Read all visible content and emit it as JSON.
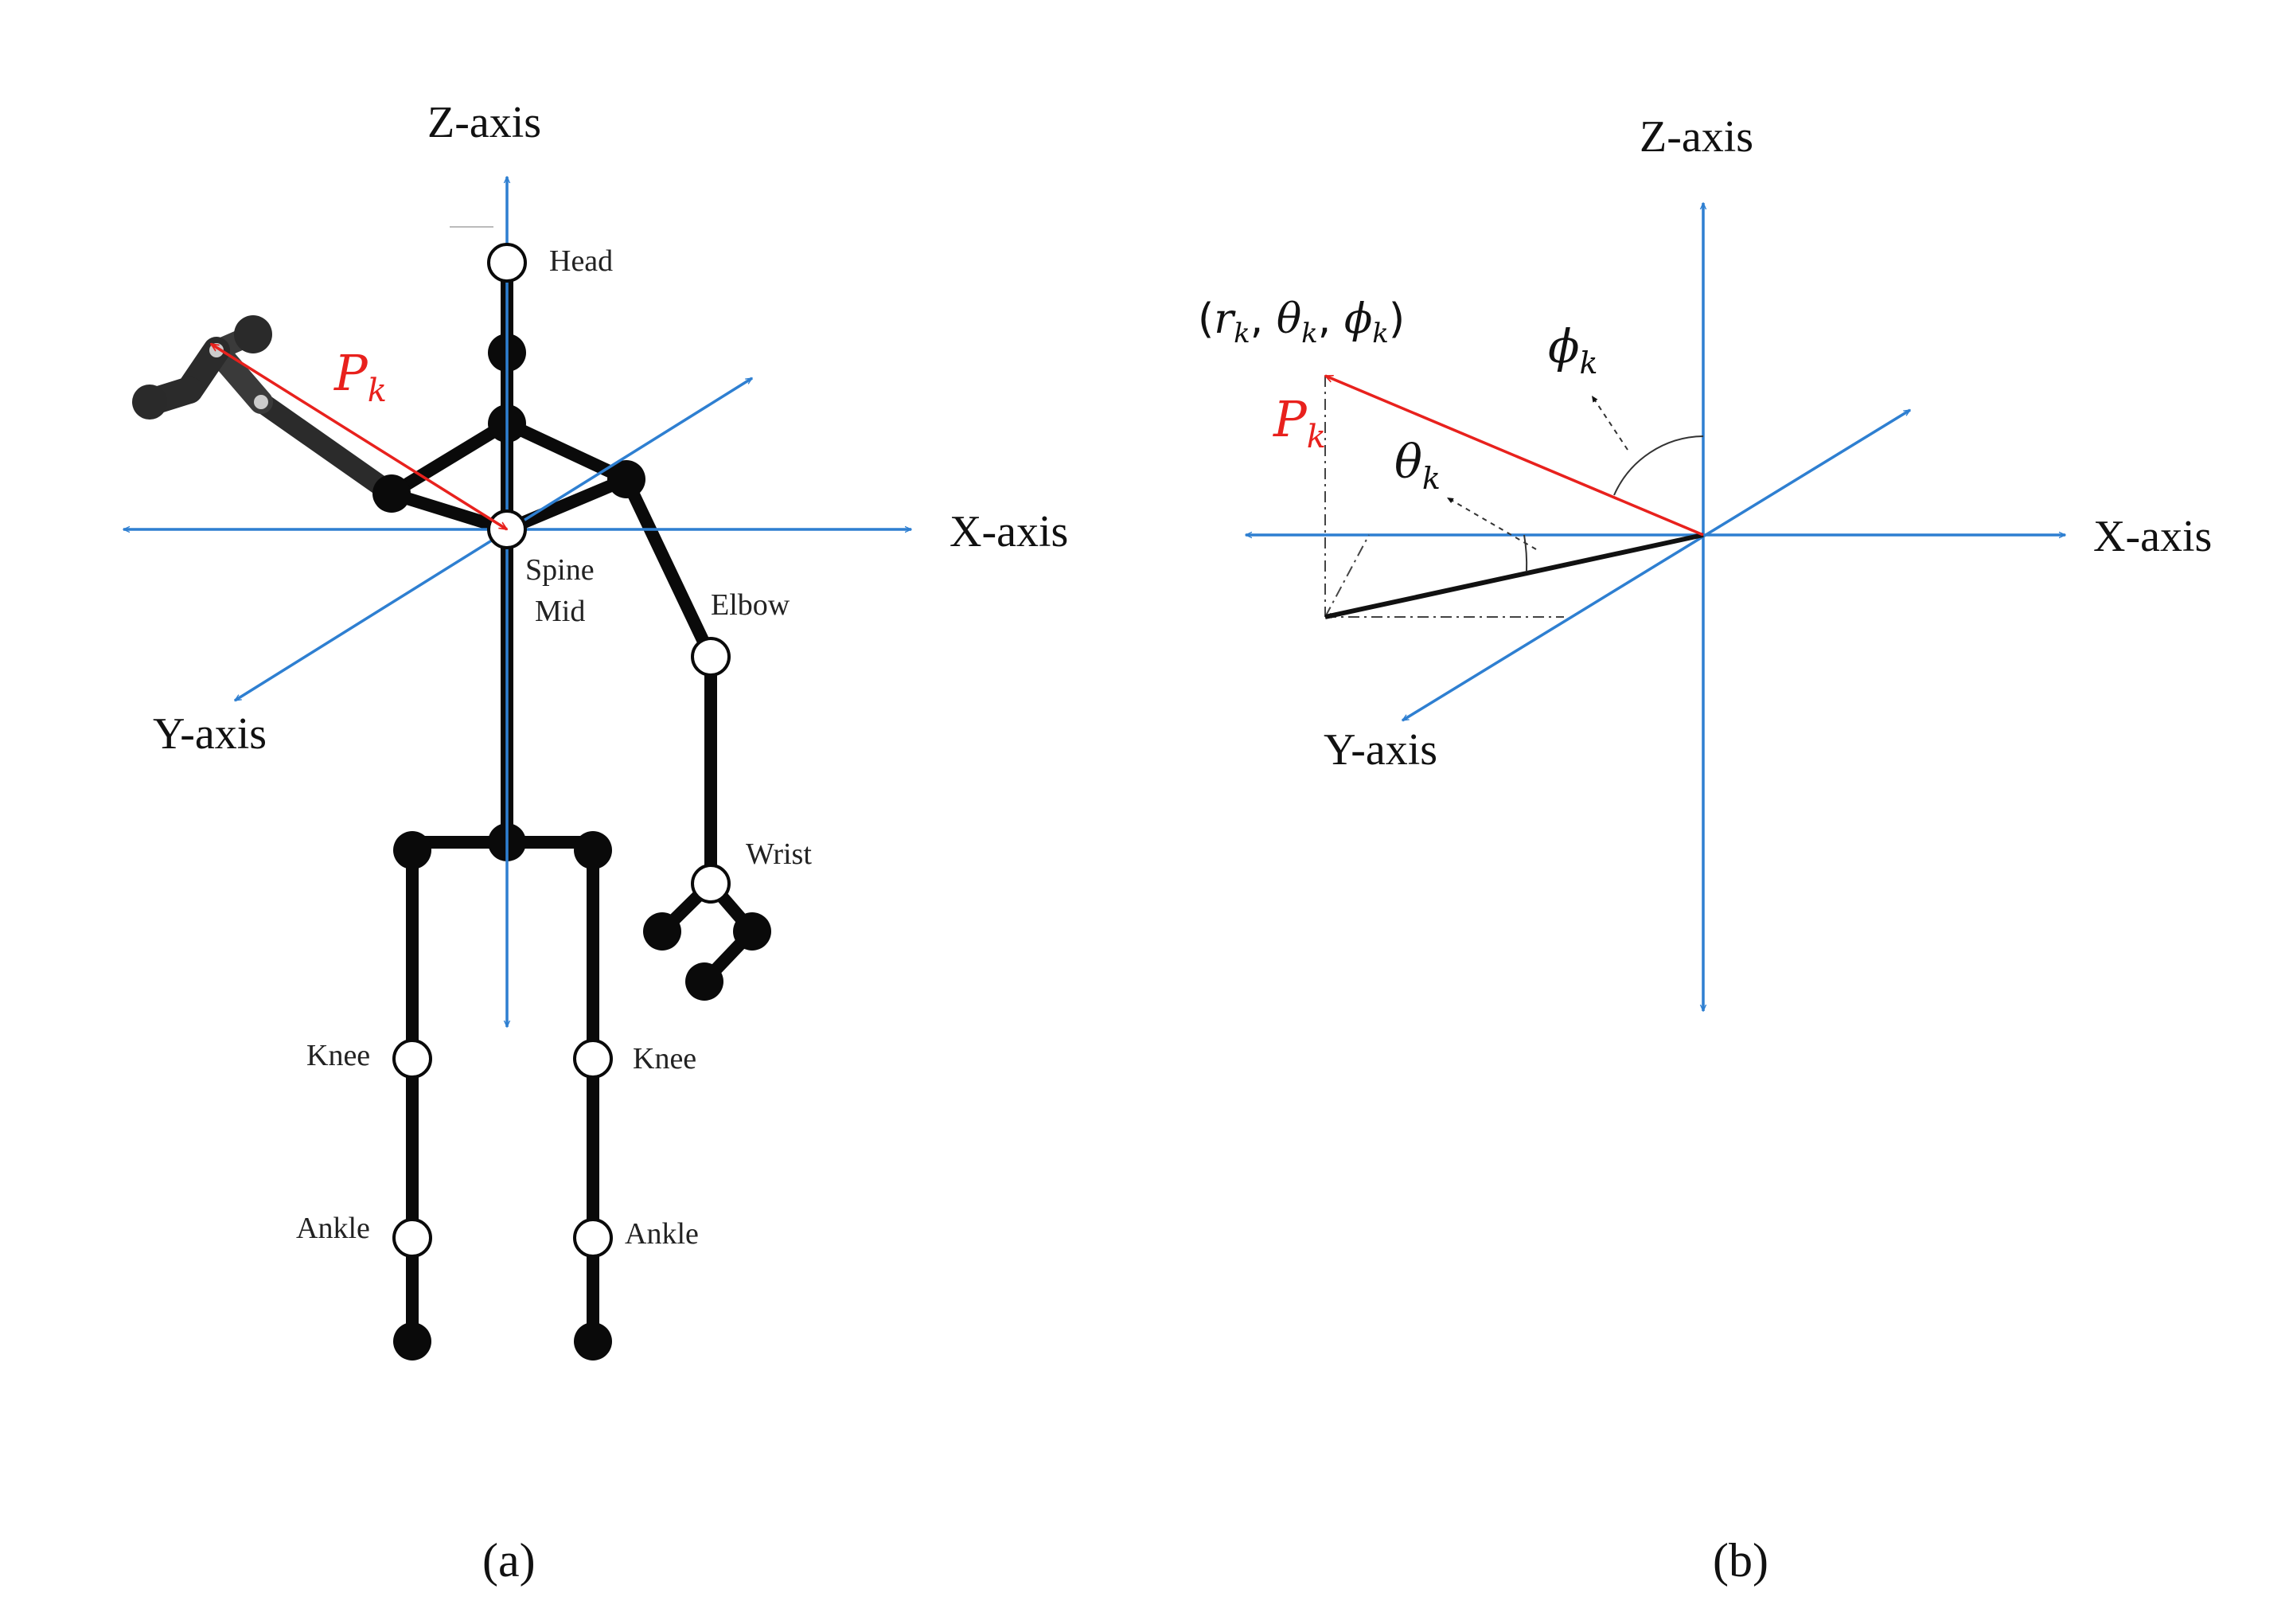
{
  "panel_a": {
    "axes": {
      "z": "Z-axis",
      "x": "X-axis",
      "y": "Y-axis"
    },
    "vector": {
      "symbol": "P",
      "subscript": "k"
    },
    "joints": {
      "head": "Head",
      "spine_mid_1": "Spine",
      "spine_mid_2": "Mid",
      "elbow": "Elbow",
      "wrist": "Wrist",
      "knee_left": "Knee",
      "knee_right": "Knee",
      "ankle_left": "Ankle",
      "ankle_right": "Ankle"
    },
    "caption": "(a)"
  },
  "panel_b": {
    "axes": {
      "z": "Z-axis",
      "x": "X-axis",
      "y": "Y-axis"
    },
    "coords": {
      "open": "(",
      "r": "r",
      "theta": "θ",
      "phi": "ϕ",
      "sub": "k",
      "comma": ", ",
      "close": ")"
    },
    "vector": {
      "symbol": "P",
      "subscript": "k"
    },
    "phi_label": {
      "symbol": "ϕ",
      "subscript": "k"
    },
    "theta_label": {
      "symbol": "θ",
      "subscript": "k"
    },
    "caption": "(b)"
  },
  "colors": {
    "axis": "#2e7fd1",
    "vector": "#e8211d",
    "skeleton": "#0a0a0a"
  }
}
